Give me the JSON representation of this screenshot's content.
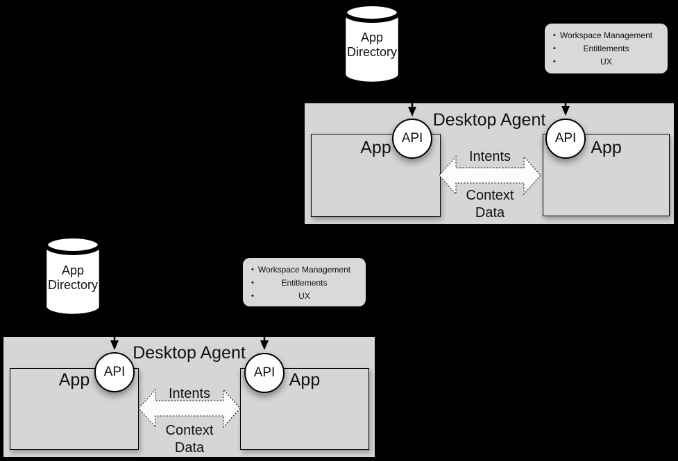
{
  "colors": {
    "background": "#000000",
    "agent_fill": "#d6d6d6",
    "features_fill": "#d9d9d9",
    "node_fill": "#ffffff",
    "arrow_fill": "#fcfcfc",
    "border": "#000000",
    "text": "#111111"
  },
  "groups": [
    {
      "app_directory": {
        "lines": [
          "App",
          "Directory"
        ]
      },
      "features": {
        "bullet": "•",
        "items": [
          "Workspace Management",
          "Entitlements",
          "UX"
        ]
      },
      "desktop_agent": {
        "title": "Desktop Agent"
      },
      "apps": [
        {
          "label": "App"
        },
        {
          "label": "App"
        }
      ],
      "api_nodes": [
        {
          "label": "API"
        },
        {
          "label": "API"
        }
      ],
      "messages": {
        "intents": "Intents",
        "context_lines": [
          "Context",
          "Data"
        ]
      }
    },
    {
      "app_directory": {
        "lines": [
          "App",
          "Directory"
        ]
      },
      "features": {
        "bullet": "•",
        "items": [
          "Workspace Management",
          "Entitlements",
          "UX"
        ]
      },
      "desktop_agent": {
        "title": "Desktop Agent"
      },
      "apps": [
        {
          "label": "App"
        },
        {
          "label": "App"
        }
      ],
      "api_nodes": [
        {
          "label": "API"
        },
        {
          "label": "API"
        }
      ],
      "messages": {
        "intents": "Intents",
        "context_lines": [
          "Context",
          "Data"
        ]
      }
    }
  ]
}
